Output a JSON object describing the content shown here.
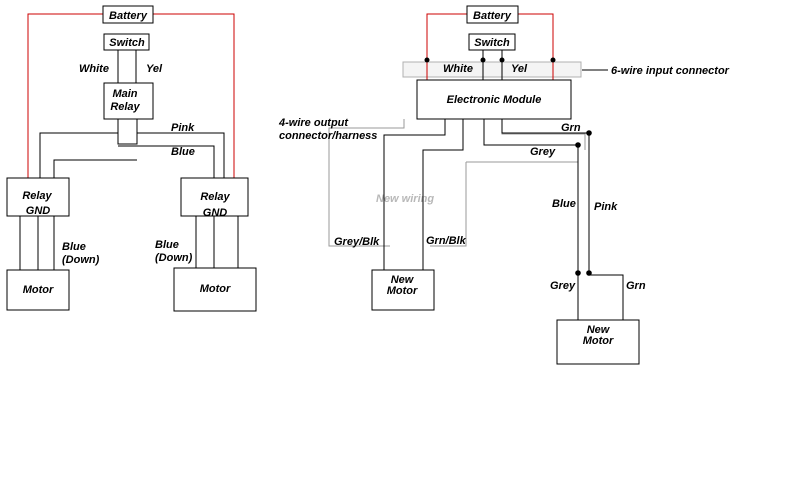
{
  "colors": {
    "power": "#cc0000",
    "wire": "#000000",
    "new_wiring": "#9a9a9a"
  },
  "left": {
    "battery": "Battery",
    "switch": "Switch",
    "white": "White",
    "yel": "Yel",
    "main_relay": [
      "Main",
      "Relay"
    ],
    "pink": "Pink",
    "blue": "Blue",
    "relay": "Relay",
    "gnd": "GND",
    "blue_down": [
      "Blue",
      "(Down)"
    ],
    "motor": "Motor"
  },
  "right": {
    "battery": "Battery",
    "switch": "Switch",
    "white": "White",
    "yel": "Yel",
    "input_connector": "6-wire input connector",
    "module": "Electronic Module",
    "output_connector": [
      "4-wire output",
      "connector/harness"
    ],
    "grn": "Grn",
    "grey": "Grey",
    "new_wiring": "New wiring",
    "blue": "Blue",
    "pink": "Pink",
    "grey_blk": "Grey/Blk",
    "grn_blk": "Grn/Blk",
    "new_motor": [
      "New",
      "Motor"
    ]
  }
}
